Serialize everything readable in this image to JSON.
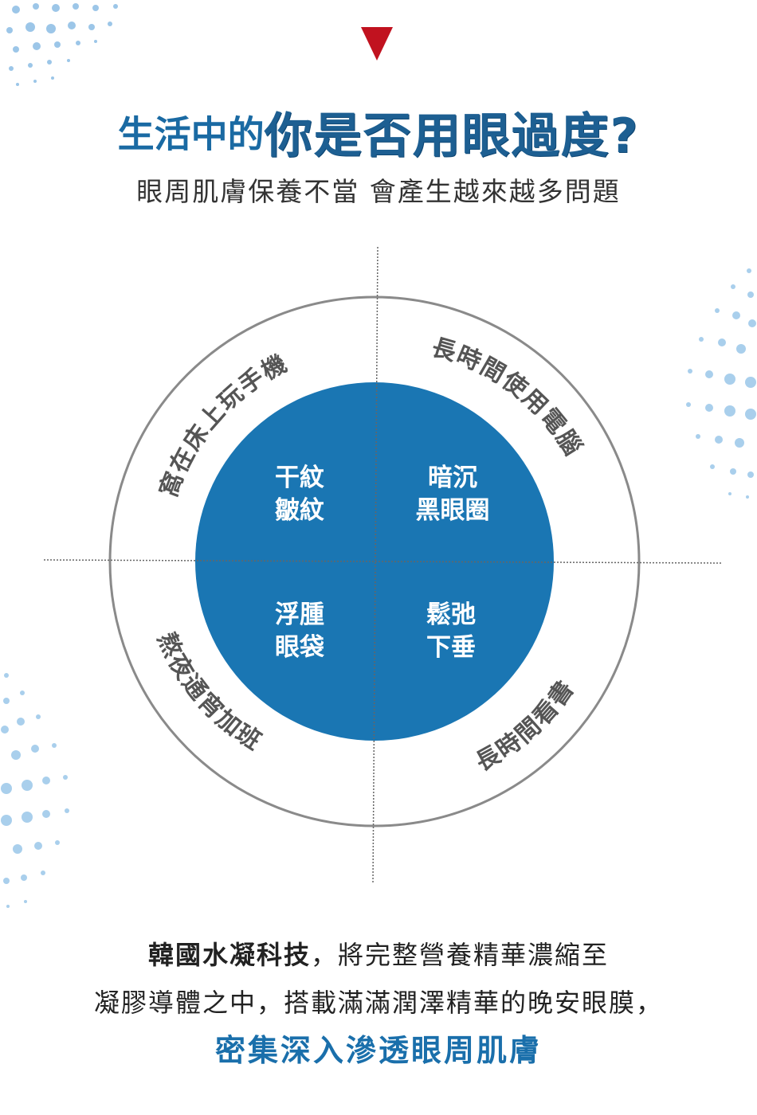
{
  "header": {
    "title_plain": "生活中的",
    "title_bold": "你是否用眼過度?",
    "subtitle": "眼周肌膚保養不當 會產生越來越多問題"
  },
  "wheel": {
    "causes": {
      "top_left": "窩在床上玩手機",
      "top_right": "長時間使用電腦",
      "bottom_left": "熬夜通宵加班",
      "bottom_right": "長時間看書"
    },
    "problems": {
      "top_left": [
        "干紋",
        "皺紋"
      ],
      "top_right": [
        "暗沉",
        "黑眼圈"
      ],
      "bottom_left": [
        "浮腫",
        "眼袋"
      ],
      "bottom_right": [
        "鬆弛",
        "下垂"
      ]
    }
  },
  "footer": {
    "line1_bold": "韓國水凝科技",
    "line1_rest": "，將完整營養精華濃縮至",
    "line2": "凝膠導體之中，搭載滿滿潤澤精華的晚安眼膜，",
    "line3": "密集深入滲透眼周肌膚"
  },
  "colors": {
    "accent_red": "#c1121f",
    "brand_blue": "#1a6fab",
    "circle_blue": "#1a76b3"
  }
}
